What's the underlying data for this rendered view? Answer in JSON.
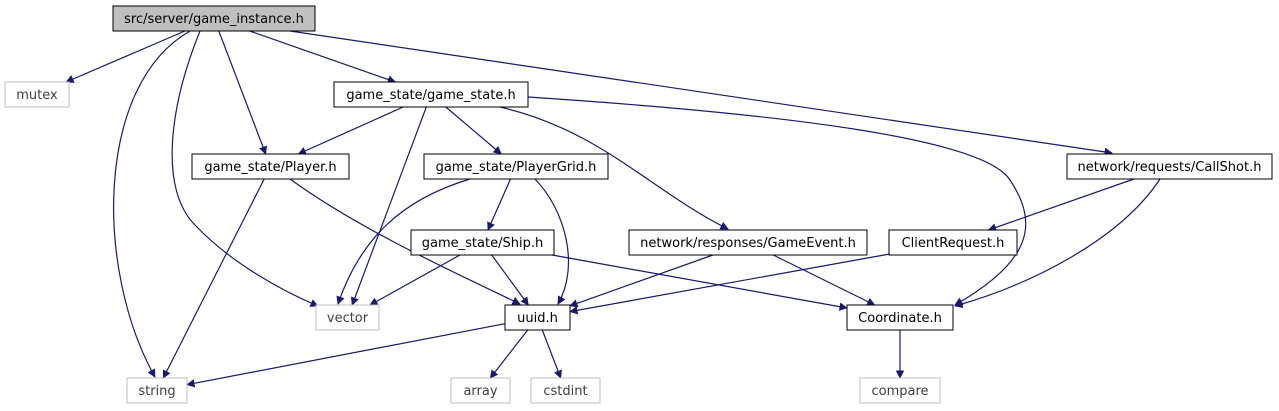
{
  "diagram": {
    "colors": {
      "edge": "#191970",
      "root_fill": "#bfbfbf",
      "node_border": "#000000",
      "system_border": "#bfbfbf",
      "text": "#000000",
      "system_text": "#404040"
    },
    "nodes": [
      {
        "id": "root",
        "label": "src/server/game_instance.h",
        "kind": "root"
      },
      {
        "id": "mutex",
        "label": "mutex",
        "kind": "system"
      },
      {
        "id": "game_state",
        "label": "game_state/game_state.h",
        "kind": "local"
      },
      {
        "id": "callshot",
        "label": "network/requests/CallShot.h",
        "kind": "local"
      },
      {
        "id": "player",
        "label": "game_state/Player.h",
        "kind": "local"
      },
      {
        "id": "playergrid",
        "label": "game_state/PlayerGrid.h",
        "kind": "local"
      },
      {
        "id": "ship",
        "label": "game_state/Ship.h",
        "kind": "local"
      },
      {
        "id": "gameevent",
        "label": "network/responses/GameEvent.h",
        "kind": "local"
      },
      {
        "id": "clientrequest",
        "label": "ClientRequest.h",
        "kind": "local"
      },
      {
        "id": "vector",
        "label": "vector",
        "kind": "system"
      },
      {
        "id": "uuid",
        "label": "uuid.h",
        "kind": "local"
      },
      {
        "id": "coordinate",
        "label": "Coordinate.h",
        "kind": "local"
      },
      {
        "id": "string",
        "label": "string",
        "kind": "system"
      },
      {
        "id": "array",
        "label": "array",
        "kind": "system"
      },
      {
        "id": "cstdint",
        "label": "cstdint",
        "kind": "system"
      },
      {
        "id": "compare",
        "label": "compare",
        "kind": "system"
      }
    ],
    "edges": [
      {
        "from": "root",
        "to": "mutex"
      },
      {
        "from": "root",
        "to": "string"
      },
      {
        "from": "root",
        "to": "vector"
      },
      {
        "from": "root",
        "to": "player"
      },
      {
        "from": "root",
        "to": "game_state"
      },
      {
        "from": "root",
        "to": "callshot"
      },
      {
        "from": "game_state",
        "to": "player"
      },
      {
        "from": "game_state",
        "to": "vector"
      },
      {
        "from": "game_state",
        "to": "playergrid"
      },
      {
        "from": "game_state",
        "to": "gameevent"
      },
      {
        "from": "game_state",
        "to": "coordinate"
      },
      {
        "from": "player",
        "to": "string"
      },
      {
        "from": "player",
        "to": "uuid"
      },
      {
        "from": "playergrid",
        "to": "vector"
      },
      {
        "from": "playergrid",
        "to": "ship"
      },
      {
        "from": "playergrid",
        "to": "uuid"
      },
      {
        "from": "ship",
        "to": "vector"
      },
      {
        "from": "ship",
        "to": "uuid"
      },
      {
        "from": "ship",
        "to": "coordinate"
      },
      {
        "from": "gameevent",
        "to": "uuid"
      },
      {
        "from": "gameevent",
        "to": "coordinate"
      },
      {
        "from": "callshot",
        "to": "clientrequest"
      },
      {
        "from": "callshot",
        "to": "coordinate"
      },
      {
        "from": "clientrequest",
        "to": "uuid"
      },
      {
        "from": "uuid",
        "to": "string"
      },
      {
        "from": "uuid",
        "to": "array"
      },
      {
        "from": "uuid",
        "to": "cstdint"
      },
      {
        "from": "coordinate",
        "to": "compare"
      }
    ]
  }
}
